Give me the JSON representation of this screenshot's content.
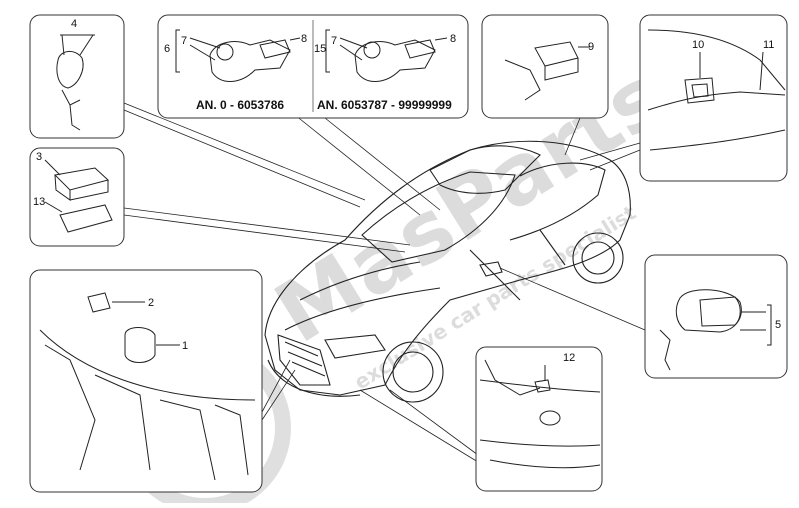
{
  "diagram": {
    "callouts": {
      "c1": "1",
      "c2": "2",
      "c3": "3",
      "c4": "4",
      "c5": "5",
      "c6": "6",
      "c7a": "7",
      "c7b": "7",
      "c8a": "8",
      "c8b": "8",
      "c9": "9",
      "c10": "10",
      "c11": "11",
      "c12": "12",
      "c13": "13",
      "c15": "15"
    },
    "applicability": {
      "left": "AN. 0 - 6053786",
      "right": "AN. 6053787 - 99999999"
    }
  },
  "watermark": {
    "brand": "MasParts",
    "tagline": "exclusive car parts specialist"
  },
  "colors": {
    "line": "#222222",
    "panel_border": "#333333",
    "watermark_gray": "#d8d8d8",
    "watermark_red": "#e8a8a8"
  }
}
